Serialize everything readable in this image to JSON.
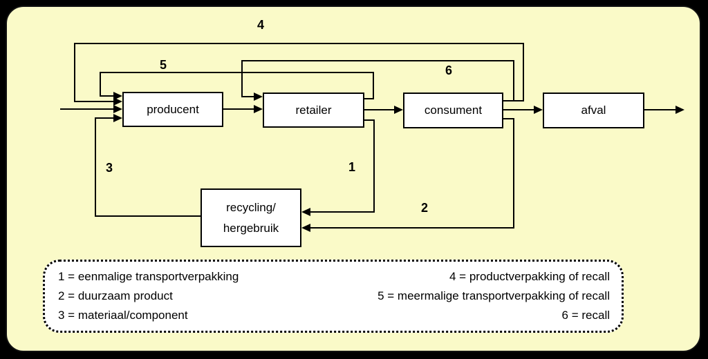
{
  "colors": {
    "page_background": "#000000",
    "card_background": "#FAFAC8",
    "node_background": "#FFFFFF",
    "line_color": "#000000",
    "legend_background": "#FFFFFF"
  },
  "nodes": {
    "producent": "producent",
    "retailer": "retailer",
    "consument": "consument",
    "afval": "afval",
    "recycling_line1": "recycling/",
    "recycling_line2": "hergebruik"
  },
  "flow_numbers": {
    "n1": "1",
    "n2": "2",
    "n3": "3",
    "n4": "4",
    "n5": "5",
    "n6": "6"
  },
  "edges": [
    {
      "number": "1",
      "from": "retailer",
      "to": "recycling/hergebruik"
    },
    {
      "number": "2",
      "from": "consument",
      "to": "recycling/hergebruik"
    },
    {
      "number": "3",
      "from": "recycling/hergebruik",
      "to": "producent"
    },
    {
      "number": "4",
      "from": "consument",
      "to": "producent"
    },
    {
      "number": "5",
      "from": "retailer",
      "to": "producent"
    },
    {
      "number": "6",
      "from": "consument",
      "to": "retailer"
    },
    {
      "number": "",
      "from": "input",
      "to": "producent"
    },
    {
      "number": "",
      "from": "producent",
      "to": "retailer"
    },
    {
      "number": "",
      "from": "retailer",
      "to": "consument"
    },
    {
      "number": "",
      "from": "consument",
      "to": "afval"
    },
    {
      "number": "",
      "from": "afval",
      "to": "output"
    }
  ],
  "legend": {
    "left": [
      "1 = eenmalige transportverpakking",
      "2 = duurzaam product",
      "3 = materiaal/component"
    ],
    "right": [
      "4 = productverpakking of recall",
      "5 = meermalige transportverpakking of recall",
      "6 = recall"
    ]
  }
}
